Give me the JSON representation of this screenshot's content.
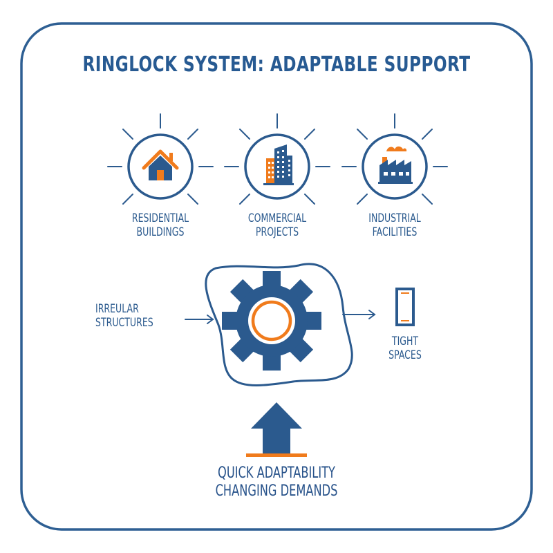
{
  "title": "RINGLOCK SYSTEM: ADAPTABLE SUPPORT",
  "categories": [
    {
      "line1": "RESIDENTIAL",
      "line2": "BUILDINGS",
      "icon": "house-icon"
    },
    {
      "line1": "COMMERCIAL",
      "line2": "PROJECTS",
      "icon": "office-building-icon"
    },
    {
      "line1": "INDUSTRIAL",
      "line2": "FACILITIES",
      "icon": "factory-icon"
    }
  ],
  "left_label": {
    "line1": "IRREULAR",
    "line2": "STRUCTURES"
  },
  "right_label": {
    "line1": "TIGHT",
    "line2": "SPACES"
  },
  "bottom_label": {
    "line1": "QUICK ADAPTABILITY",
    "line2": "CHANGING DEMANDS"
  },
  "icons": {
    "center": "gear-icon",
    "right": "narrow-frame-icon",
    "bottom": "up-arrow-icon"
  },
  "colors": {
    "primary": "#2b5a8e",
    "accent": "#f07b1c",
    "border": "#2e5f93",
    "background": "#ffffff"
  }
}
